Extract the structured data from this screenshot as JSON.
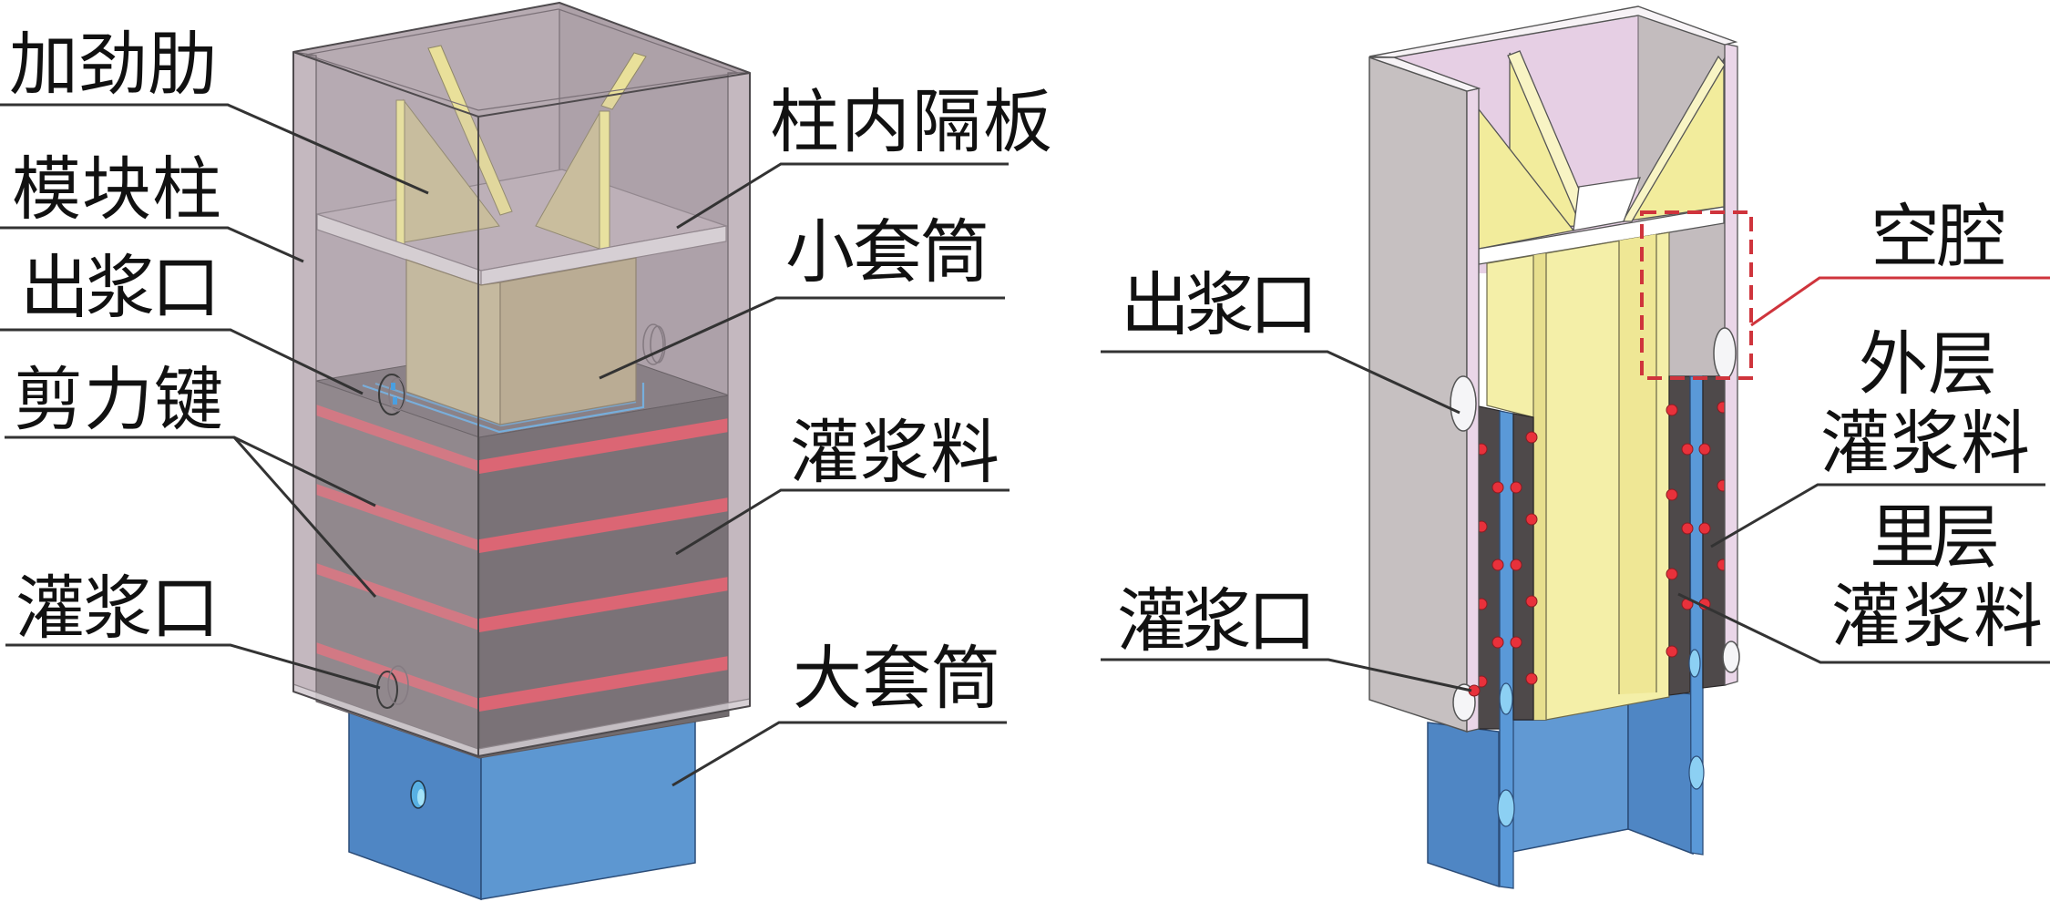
{
  "left_panel": {
    "labels": {
      "stiffener": "加劲肋",
      "module_column": "模块柱",
      "grout_outlet": "出浆口",
      "shear_key": "剪力键",
      "grout_inlet": "灌浆口",
      "column_diaphragm": "柱内隔板",
      "small_sleeve": "小套筒",
      "grout": "灌浆料",
      "large_sleeve": "大套筒"
    }
  },
  "right_panel": {
    "labels": {
      "grout_outlet": "出浆口",
      "grout_inlet": "灌浆口",
      "cavity": "空腔",
      "outer_grout": [
        "外层",
        "灌浆料"
      ],
      "inner_grout": [
        "里层",
        "灌浆料"
      ]
    }
  },
  "colors": {
    "module_column": "#b7abb2",
    "module_column_section": "#ead6e8",
    "stiffener": "#f2ec9c",
    "small_sleeve": "#c9bd9c",
    "grout": "#716b6e",
    "grout_section": "#4e494a",
    "shear_key": "#e25d6a",
    "large_sleeve": "#5d97d1",
    "cavity_marker": "#cf343c",
    "leader_line": "#333333"
  }
}
